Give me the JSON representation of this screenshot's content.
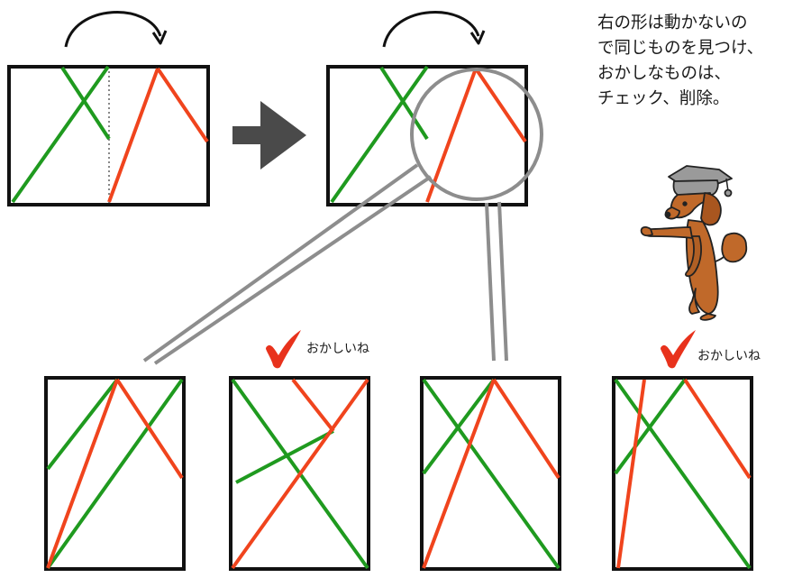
{
  "instructions": {
    "lines": [
      "右の形は動かないの",
      "で同じものを見つけ、",
      "おかしなものは、",
      "チェック、削除。"
    ]
  },
  "panels": [
    {
      "checked": false,
      "label": ""
    },
    {
      "checked": true,
      "label": "おかしいね"
    },
    {
      "checked": false,
      "label": ""
    },
    {
      "checked": true,
      "label": "おかしいね"
    }
  ],
  "colors": {
    "green": "#1f9a1f",
    "red": "#f0441d",
    "frame": "#111111",
    "gray": "#8d8d8d",
    "arrow": "#4a4a4a",
    "check": "#e8321c"
  },
  "icons": [
    "curved-arrow-icon",
    "right-arrow-icon",
    "check-icon",
    "dog-mascot-icon",
    "magnifier-circle-icon"
  ]
}
